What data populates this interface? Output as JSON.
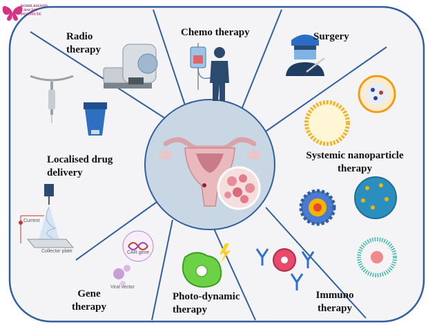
{
  "logo": {
    "lines": [
      "ROHILKHAND",
      "CANCER",
      "INSTITUTE"
    ]
  },
  "therapies": {
    "radio": [
      "Radio",
      "therapy"
    ],
    "chemo": "Chemo therapy",
    "surgery": "Surgery",
    "localised": [
      "Localised drug",
      "delivery"
    ],
    "nanoparticle": [
      "Systemic nanoparticle",
      "therapy"
    ],
    "gene": [
      "Gene",
      "therapy"
    ],
    "photodynamic": [
      "Photo-dynamic",
      "therapy"
    ],
    "immuno": [
      "Immuno",
      "therapy"
    ]
  },
  "small_labels": {
    "car_gene": "CAR gene",
    "viral_vector": "Viral vector",
    "current": "Current",
    "collector": "Collector plate"
  },
  "colors": {
    "panel_fill": "#f4f4f6",
    "panel_border": "#2f5f9e",
    "center_fill": "#c9d6e3",
    "logo": "#d63384"
  }
}
